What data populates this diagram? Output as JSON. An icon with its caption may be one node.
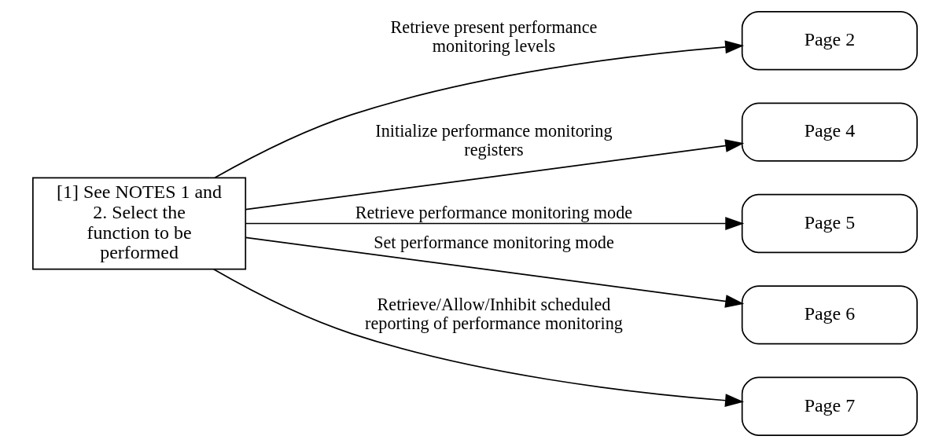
{
  "diagram": {
    "nodes": [
      {
        "text": [
          "[1] See NOTES 1 and 2. Select the function to be performed"
        ]
      },
      {
        "text": [
          "Page 2"
        ]
      },
      {
        "text": [
          "Page 4"
        ]
      },
      {
        "text": [
          "Page 5"
        ]
      },
      {
        "text": [
          "Page 6"
        ]
      },
      {
        "text": [
          "Page 7"
        ]
      }
    ],
    "edges": [
      {
        "from": 0,
        "to": 1,
        "arrow": "to",
        "label": "Retrieve present performance monitoring levels"
      },
      {
        "from": 0,
        "to": 2,
        "arrow": "to",
        "label": "Initialize performance monitoring registers"
      },
      {
        "from": 0,
        "to": 3,
        "arrow": "to",
        "label": "Retrieve performance monitoring mode"
      },
      {
        "from": 0,
        "to": 4,
        "arrow": "to",
        "label": "Set performance monitoring mode"
      },
      {
        "from": 0,
        "to": 5,
        "arrow": "to",
        "label": "Retrieve/Allow/Inhibit scheduled reporting of performance monitoring"
      }
    ]
  }
}
